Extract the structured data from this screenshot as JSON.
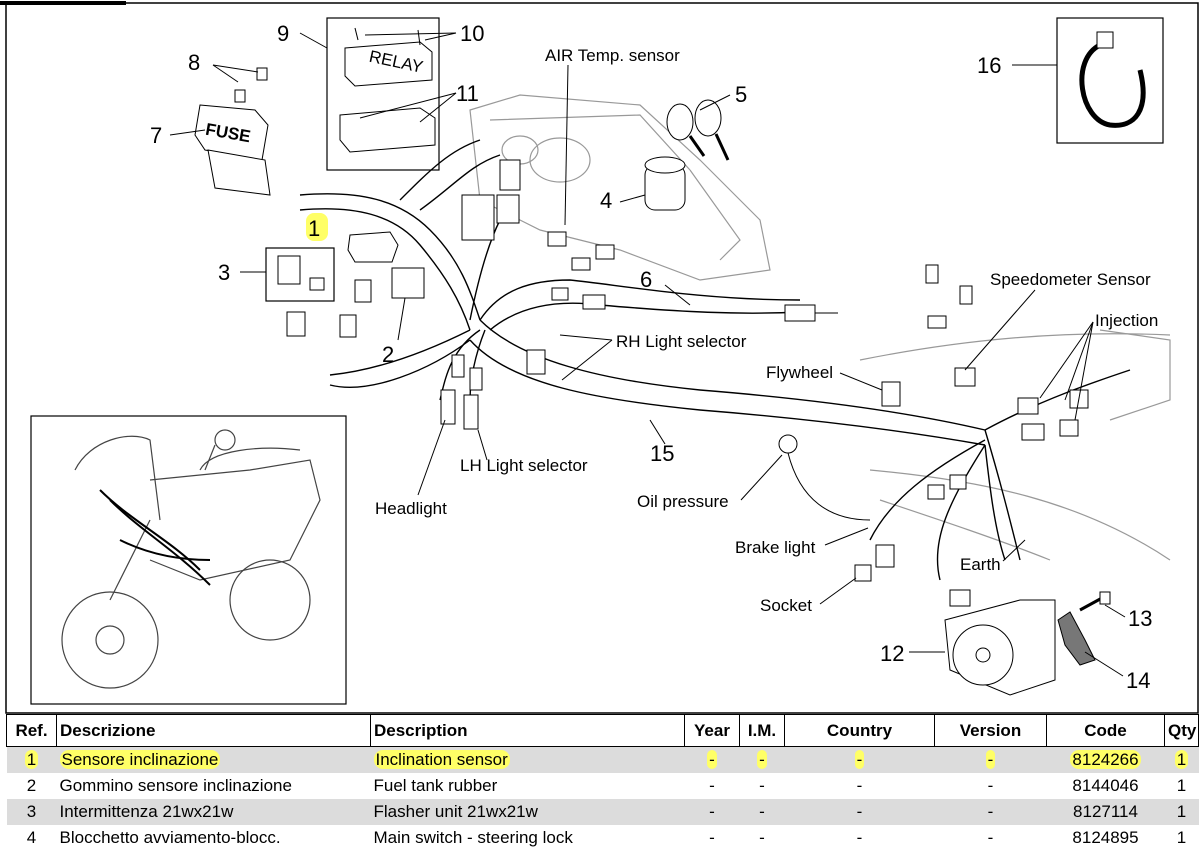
{
  "diagram": {
    "ref_numbers": [
      "1",
      "2",
      "3",
      "4",
      "5",
      "6",
      "7",
      "8",
      "9",
      "10",
      "11",
      "12",
      "13",
      "14",
      "15",
      "16"
    ],
    "labels": {
      "air_temp_sensor": "AIR Temp. sensor",
      "speedometer_sensor": "Speedometer Sensor",
      "injection": "Injection",
      "rh_light_selector": "RH Light selector",
      "flywheel": "Flywheel",
      "lh_light_selector": "LH Light selector",
      "headlight": "Headlight",
      "oil_pressure": "Oil pressure",
      "brake_light": "Brake light",
      "earth": "Earth",
      "socket": "Socket"
    },
    "fuse_text": "FUSE",
    "relay_text": "RELAY",
    "highlight_color": "#ffff66"
  },
  "table": {
    "headers": [
      "Ref.",
      "Descrizione",
      "Description",
      "Year",
      "I.M.",
      "Country",
      "Version",
      "Code",
      "Qty"
    ],
    "rows": [
      {
        "ref": "1",
        "descrizione": "Sensore inclinazione",
        "description": "Inclination sensor",
        "year": "-",
        "im": "-",
        "country": "-",
        "version": "-",
        "code": "8124266",
        "qty": "1"
      },
      {
        "ref": "2",
        "descrizione": "Gommino sensore inclinazione",
        "description": "Fuel tank rubber",
        "year": "-",
        "im": "-",
        "country": "-",
        "version": "-",
        "code": "8144046",
        "qty": "1"
      },
      {
        "ref": "3",
        "descrizione": "Intermittenza 21wx21w",
        "description": "Flasher unit 21wx21w",
        "year": "-",
        "im": "-",
        "country": "-",
        "version": "-",
        "code": "8127114",
        "qty": "1"
      },
      {
        "ref": "4",
        "descrizione": "Blocchetto avviamento-blocc.",
        "description": "Main switch - steering lock",
        "year": "-",
        "im": "-",
        "country": "-",
        "version": "-",
        "code": "8124895",
        "qty": "1"
      }
    ]
  }
}
